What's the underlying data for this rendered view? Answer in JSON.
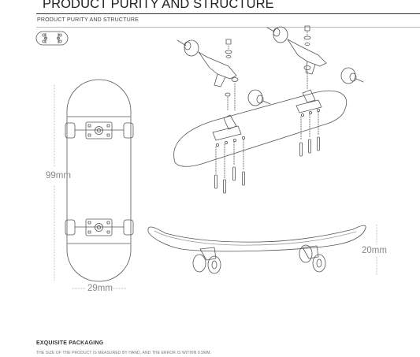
{
  "header": {
    "title": "PRODUCT PURITY AND STRUCTURE",
    "subtitle": "PRODUCT PURITY AND STRUCTURE"
  },
  "dimensions": {
    "length": "99mm",
    "width": "29mm",
    "height": "20mm"
  },
  "footer": {
    "heading": "EXQUISITE PACKAGING",
    "note": "THE SIZE OF THE PRODUCT IS MEASURED BY HAND, AND THE ERROR IS WITHIN 0.5MM."
  },
  "colors": {
    "line": "#555555",
    "dimension_text": "#888888"
  }
}
